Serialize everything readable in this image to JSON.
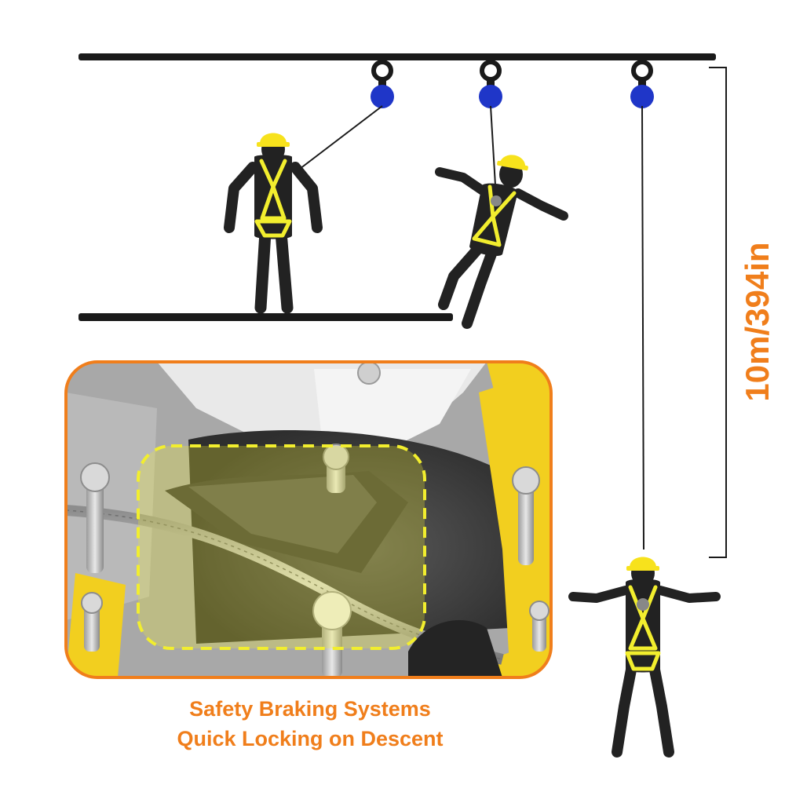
{
  "measurement": {
    "label": "10m/394in"
  },
  "caption": {
    "line1": "Safety Braking Systems",
    "line2": "Quick Locking on Descent"
  },
  "icons": {
    "anchor": "anchor-ring-icon",
    "worker": "harnessed-worker-icon",
    "brake": "braking-mechanism-closeup"
  },
  "colors": {
    "accent": "#f07e1b",
    "harness": "#f2ee2e",
    "helmet": "#f7e21c",
    "figure": "#222222",
    "swivel": "#1f36c8",
    "rail": "#1a1a1a",
    "housing": "#f2cf1f"
  }
}
